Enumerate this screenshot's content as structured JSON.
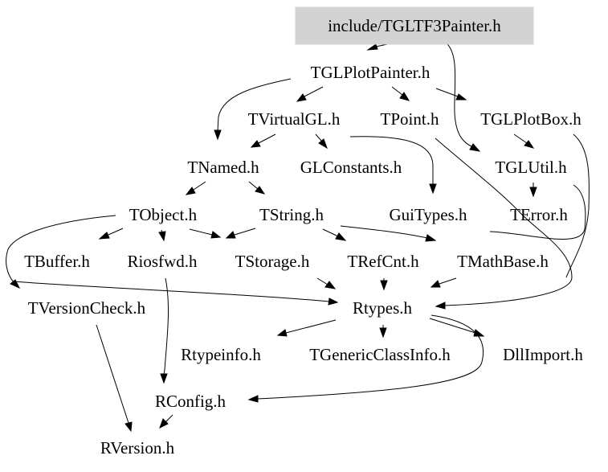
{
  "root_file": "include/TGLTF3Painter.h",
  "nodes": {
    "n1": "TGLPlotPainter.h",
    "n2": "TVirtualGL.h",
    "n3": "TPoint.h",
    "n4": "TGLPlotBox.h",
    "n5": "TNamed.h",
    "n6": "GLConstants.h",
    "n7": "TGLUtil.h",
    "n8": "TObject.h",
    "n9": "TString.h",
    "n10": "GuiTypes.h",
    "n11": "TError.h",
    "n12": "TBuffer.h",
    "n13": "Riosfwd.h",
    "n14": "TStorage.h",
    "n15": "TRefCnt.h",
    "n16": "TMathBase.h",
    "n17": "TVersionCheck.h",
    "n18": "Rtypes.h",
    "n19": "Rtypeinfo.h",
    "n20": "TGenericClassInfo.h",
    "n21": "DllImport.h",
    "n22": "RConfig.h",
    "n23": "RVersion.h"
  },
  "colors": {
    "root_fill": "#d3d3d3",
    "edge": "#000000",
    "background": "#ffffff"
  }
}
